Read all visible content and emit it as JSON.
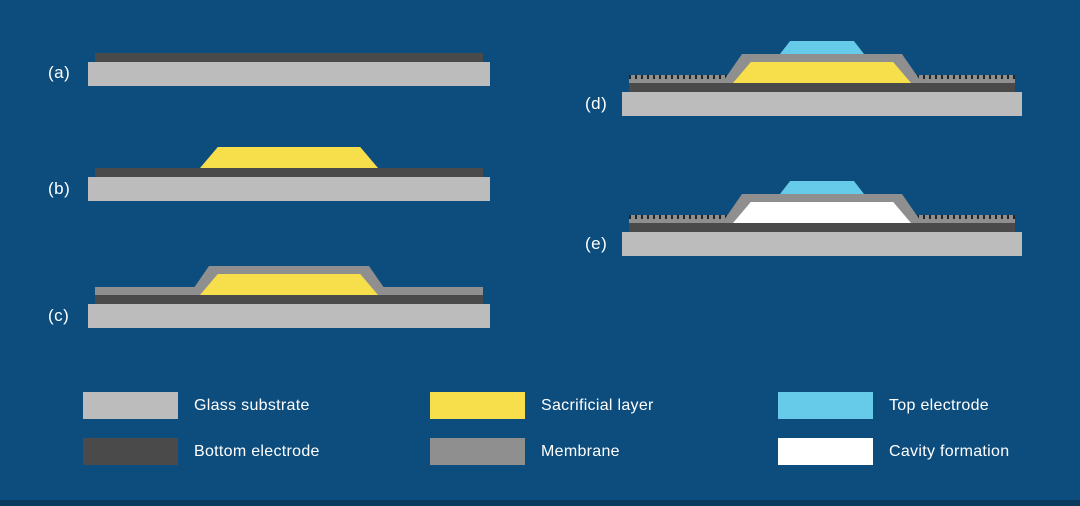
{
  "figure": {
    "background": "#0d4d7d",
    "steps": [
      {
        "id": "a",
        "label": "(a)"
      },
      {
        "id": "b",
        "label": "(b)"
      },
      {
        "id": "c",
        "label": "(c)"
      },
      {
        "id": "d",
        "label": "(d)"
      },
      {
        "id": "e",
        "label": "(e)"
      }
    ],
    "colors": {
      "glass_substrate": "#bcbcbc",
      "bottom_electrode": "#4a4a4a",
      "sacrificial_layer": "#f6df4b",
      "membrane": "#8f8f8f",
      "top_electrode": "#66cbe8",
      "cavity": "#ffffff"
    },
    "legend": [
      {
        "label": "Glass substrate",
        "color": "#bcbcbc"
      },
      {
        "label": "Bottom electrode",
        "color": "#4a4a4a"
      },
      {
        "label": "Sacrificial layer",
        "color": "#f6df4b"
      },
      {
        "label": "Membrane",
        "color": "#8f8f8f"
      },
      {
        "label": "Top electrode",
        "color": "#66cbe8"
      },
      {
        "label": "Cavity formation",
        "color": "#ffffff"
      }
    ]
  }
}
